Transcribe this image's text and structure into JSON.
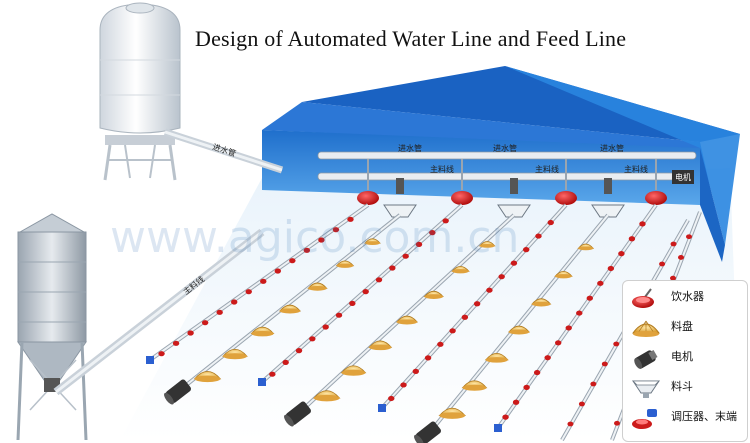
{
  "title": "Design of Automated Water Line and Feed Line",
  "labels": {
    "water_pipe": "进水管",
    "main_feed_line": "主料线",
    "motor_box": "电机"
  },
  "watermark": "www.agico.com.cn",
  "legend": [
    {
      "icon": "drinker-icon",
      "label": "饮水器"
    },
    {
      "icon": "feed-pan-icon",
      "label": "料盘"
    },
    {
      "icon": "motor-icon",
      "label": "电机"
    },
    {
      "icon": "hopper-icon",
      "label": "料斗"
    },
    {
      "icon": "regulator-end-icon",
      "label": "调压器、末端"
    }
  ],
  "colors": {
    "roof": "#2c77d6",
    "wall": "#2a82dc",
    "drinker": "#cc1a1a",
    "feed_pan": "#e8b24a",
    "pipe": "#d8dde3"
  }
}
